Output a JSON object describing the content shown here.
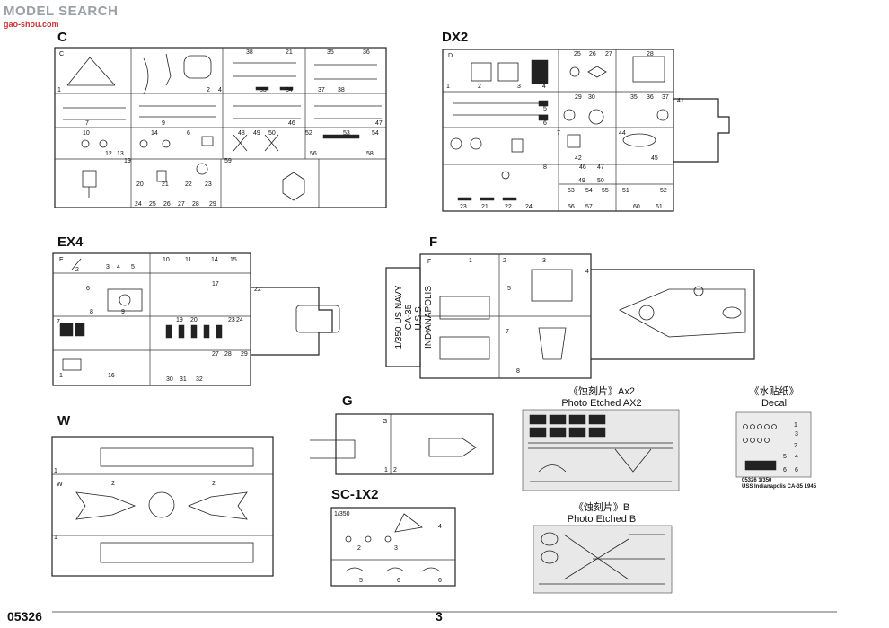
{
  "watermark": {
    "main": "MODEL SEARCH",
    "sub": "gao-shou.com"
  },
  "sprues": {
    "c": "C",
    "dx2": "DX2",
    "ex4": "EX4",
    "f": "F",
    "w": "W",
    "g": "G",
    "sc": "SC-1X2"
  },
  "f_hull_label": {
    "line1": "1/350 US NAVY CA-35",
    "line2": "U.S.S. INDIANAPOLIS"
  },
  "photo_etched_ax2": {
    "cn": "《蚀刻片》Ax2",
    "en": "Photo Etched AX2"
  },
  "photo_etched_b": {
    "cn": "《蚀刻片》B",
    "en": "Photo Etched B"
  },
  "decal": {
    "cn": "《水贴纸》",
    "en": "Decal",
    "caption1": "05326 1/350",
    "caption2": "USS Indianapolis CA-35 1945"
  },
  "footer": {
    "code": "05326",
    "page": "3"
  }
}
